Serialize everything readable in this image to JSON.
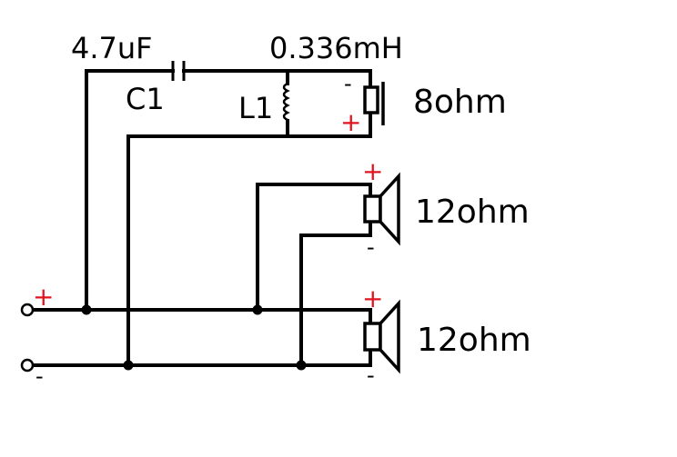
{
  "colors": {
    "wire": "#000000",
    "polarity": "#e0141e",
    "background": "#ffffff"
  },
  "components": {
    "capacitor": {
      "value": "4.7uF",
      "ref": "C1"
    },
    "inductor": {
      "value": "0.336mH",
      "ref": "L1"
    },
    "tweeter": {
      "impedance": "8ohm",
      "plus": "+",
      "minus": "-"
    },
    "woofer_upper": {
      "impedance": "12ohm",
      "plus": "+",
      "minus": "-"
    },
    "woofer_lower": {
      "impedance": "12ohm",
      "plus": "+",
      "minus": "-"
    }
  },
  "input": {
    "plus": "+",
    "minus": "-"
  },
  "icons": [
    "capacitor-symbol",
    "inductor-coil-symbol",
    "speaker-symbol",
    "terminal-circle",
    "junction-dot"
  ]
}
